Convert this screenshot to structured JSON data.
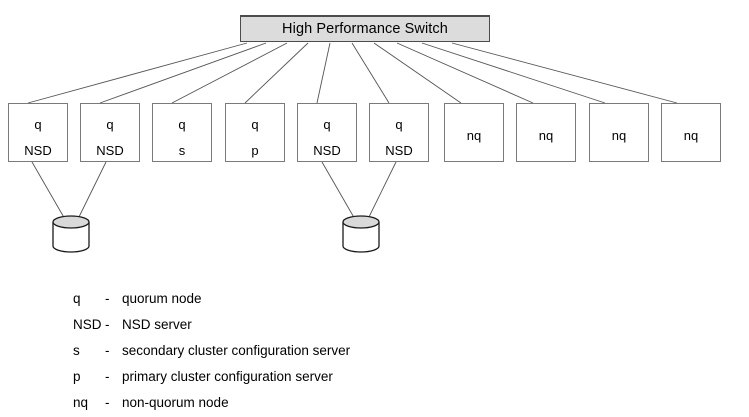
{
  "diagram": {
    "switch": {
      "label": "High Performance Switch"
    },
    "nodes": [
      {
        "line1": "q",
        "line2": "NSD"
      },
      {
        "line1": "q",
        "line2": "NSD"
      },
      {
        "line1": "q",
        "line2": "s"
      },
      {
        "line1": "q",
        "line2": "p"
      },
      {
        "line1": "q",
        "line2": "NSD"
      },
      {
        "line1": "q",
        "line2": "NSD"
      },
      {
        "center": "nq"
      },
      {
        "center": "nq"
      },
      {
        "center": "nq"
      },
      {
        "center": "nq"
      }
    ],
    "disks": [
      {
        "name": "disk-left"
      },
      {
        "name": "disk-right"
      }
    ],
    "legend": [
      {
        "symbol": "q",
        "dash": "-",
        "description": "quorum node"
      },
      {
        "symbol": "NSD",
        "dash": "-",
        "description": "NSD server"
      },
      {
        "symbol": "s",
        "dash": "-",
        "description": "secondary cluster configuration server"
      },
      {
        "symbol": "p",
        "dash": "-",
        "description": "primary cluster configuration server"
      },
      {
        "symbol": "nq",
        "dash": "-",
        "description": "non-quorum node"
      }
    ],
    "colors": {
      "switch_fill": "#dcdcdc",
      "switch_border": "#4c4c4c",
      "node_border": "#7a7a7a",
      "line": "#555555",
      "disk_top_fill": "#d9d9d9",
      "background": "#ffffff"
    }
  }
}
